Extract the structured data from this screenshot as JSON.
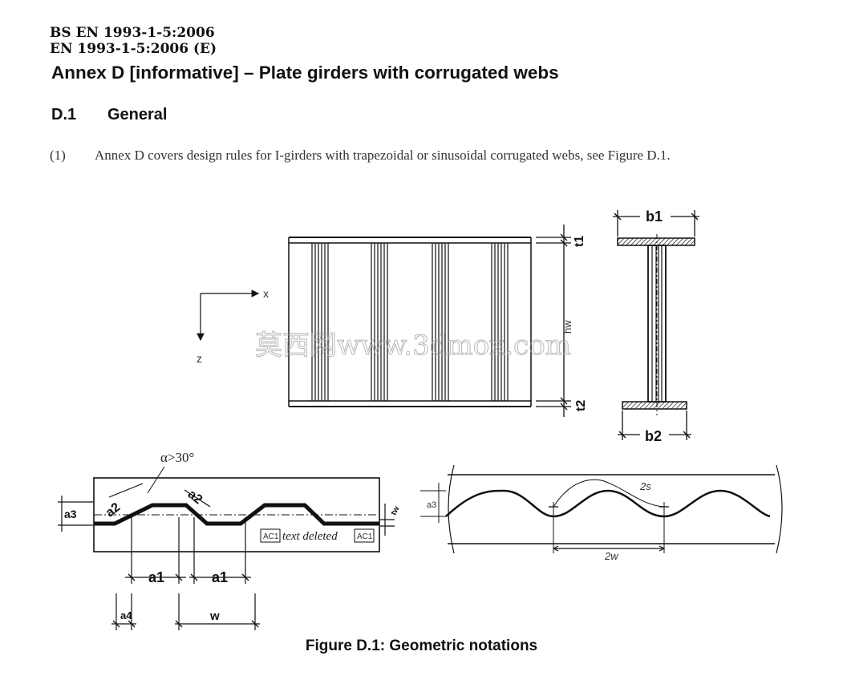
{
  "header": {
    "line1": "BS EN 1993-1-5:2006",
    "line2": "EN 1993-1-5:2006 (E)"
  },
  "annex_title": "Annex D [informative] – Plate girders with corrugated webs",
  "section": {
    "number": "D.1",
    "title": "General"
  },
  "paragraph": {
    "number": "(1)",
    "text": "Annex D covers design rules for I-girders with trapezoidal or sinusoidal corrugated webs, see Figure D.1."
  },
  "figure": {
    "caption": "Figure D.1:  Geometric notations",
    "watermark": "莫西网www.3dmox.com",
    "elevation": {
      "axis_x": "x",
      "axis_z": "z",
      "t1": "t1",
      "t2": "t2",
      "hw": "hw"
    },
    "section": {
      "b1": "b1",
      "b2": "b2"
    },
    "trapezoidal": {
      "alpha": "α>30°",
      "a2": "a2",
      "a3": "a3",
      "a4": "a4",
      "a1": "a1",
      "w": "w",
      "tw": "tw",
      "ac_tag": "AC1",
      "deleted": "text deleted"
    },
    "sinusoidal": {
      "a3": "a3",
      "two_s": "2s",
      "two_w": "2w"
    }
  }
}
